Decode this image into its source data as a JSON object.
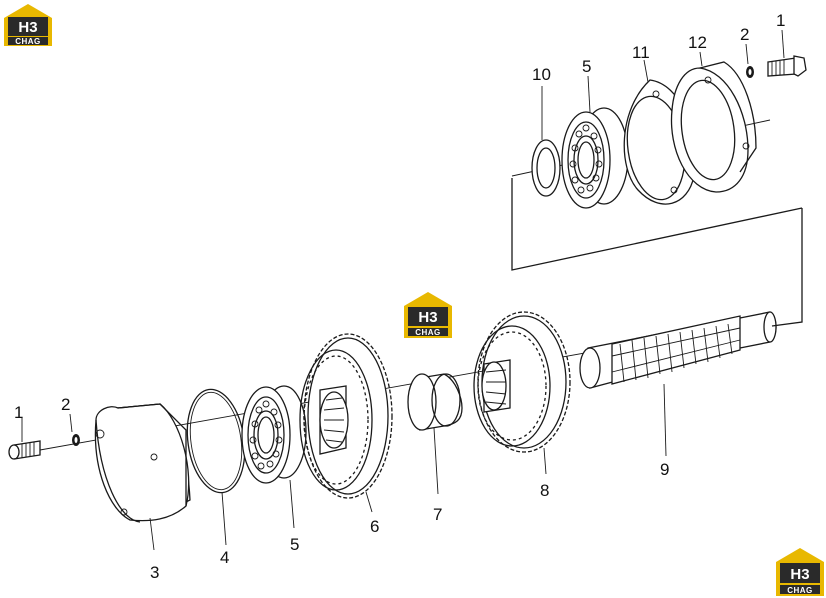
{
  "logo": {
    "top": "H3",
    "bottom": "CHAG",
    "color": "#e8b800"
  },
  "labels": {
    "bolt_left": "1",
    "washer_left": "2",
    "cover": "3",
    "o_ring": "4",
    "bearing_left": "5",
    "gear_large": "6",
    "bushing": "7",
    "gear_small": "8",
    "shaft": "9",
    "spacer_ring": "10",
    "bearing_right": "5",
    "plate_gasket": "11",
    "retainer_plate": "12",
    "washer_right": "2",
    "bolt_right": "1"
  }
}
